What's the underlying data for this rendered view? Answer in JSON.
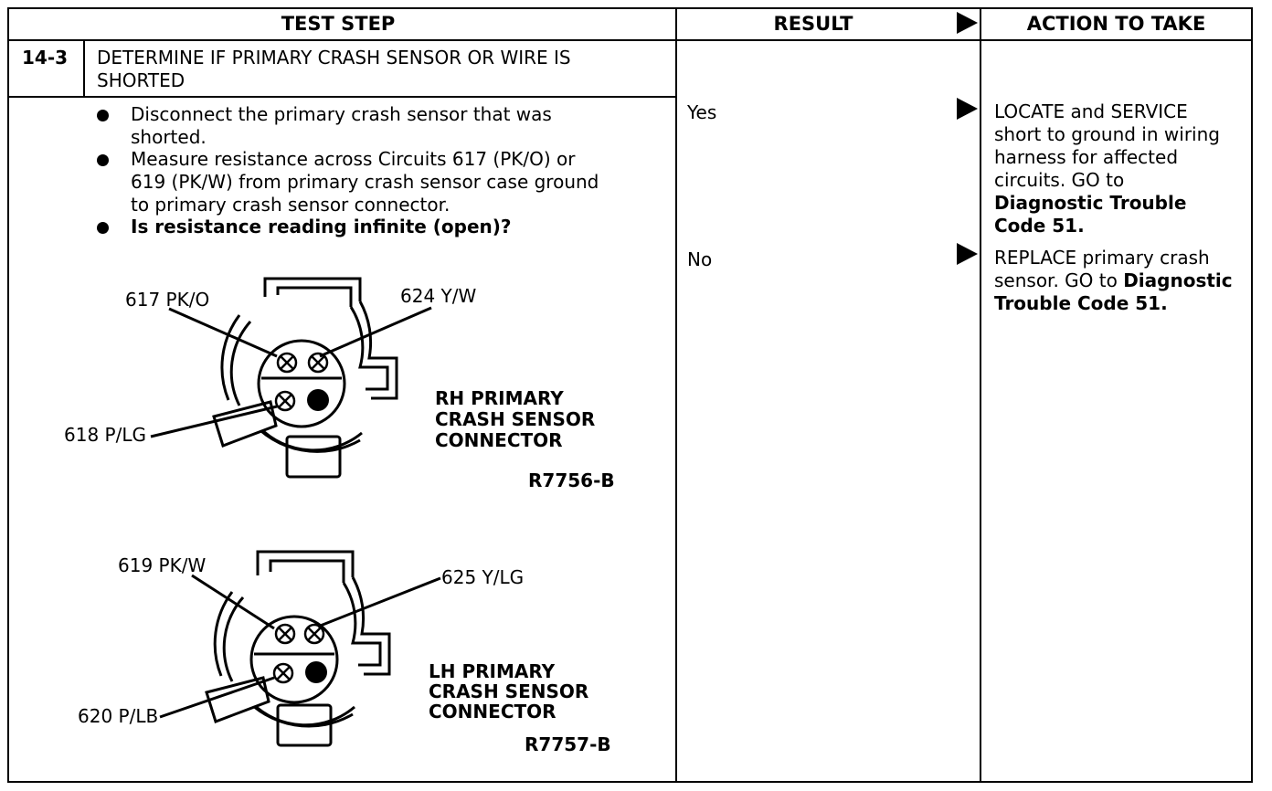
{
  "header": {
    "test_step": "TEST STEP",
    "result": "RESULT",
    "action": "ACTION TO TAKE"
  },
  "step": {
    "number": "14-3",
    "title_line1": "DETERMINE IF PRIMARY CRASH SENSOR OR WIRE IS",
    "title_line2": "SHORTED"
  },
  "instructions": {
    "b1_l1": "Disconnect the primary crash sensor that was",
    "b1_l2": "shorted.",
    "b2_l1": "Measure resistance across Circuits 617 (PK/O) or",
    "b2_l2": "619 (PK/W) from primary crash sensor case ground",
    "b2_l3": "to primary crash sensor connector.",
    "b3": "Is resistance reading infinite (open)?"
  },
  "results": {
    "yes": "Yes",
    "no": "No"
  },
  "actions": {
    "yes_l1": "LOCATE and SERVICE",
    "yes_l2": "short to ground in wiring",
    "yes_l3": "harness for affected",
    "yes_l4": "circuits. GO to",
    "yes_l5": "Diagnostic Trouble",
    "yes_l6": "Code 51.",
    "no_l1": "REPLACE primary crash",
    "no_l2_a": "sensor. GO to ",
    "no_l2_b": "Diagnostic",
    "no_l3": "Trouble Code 51."
  },
  "rh_connector": {
    "wire_top_left": "617 PK/O",
    "wire_top_right": "624 Y/W",
    "wire_bottom_left": "618 P/LG",
    "label_l1": "RH PRIMARY",
    "label_l2": "CRASH SENSOR",
    "label_l3": "CONNECTOR",
    "ref": "R7756-B"
  },
  "lh_connector": {
    "wire_top_left": "619 PK/W",
    "wire_top_right": "625 Y/LG",
    "wire_bottom_left": "620 P/LB",
    "label_l1": "LH PRIMARY",
    "label_l2": "CRASH SENSOR",
    "label_l3": "CONNECTOR",
    "ref": "R7757-B"
  }
}
